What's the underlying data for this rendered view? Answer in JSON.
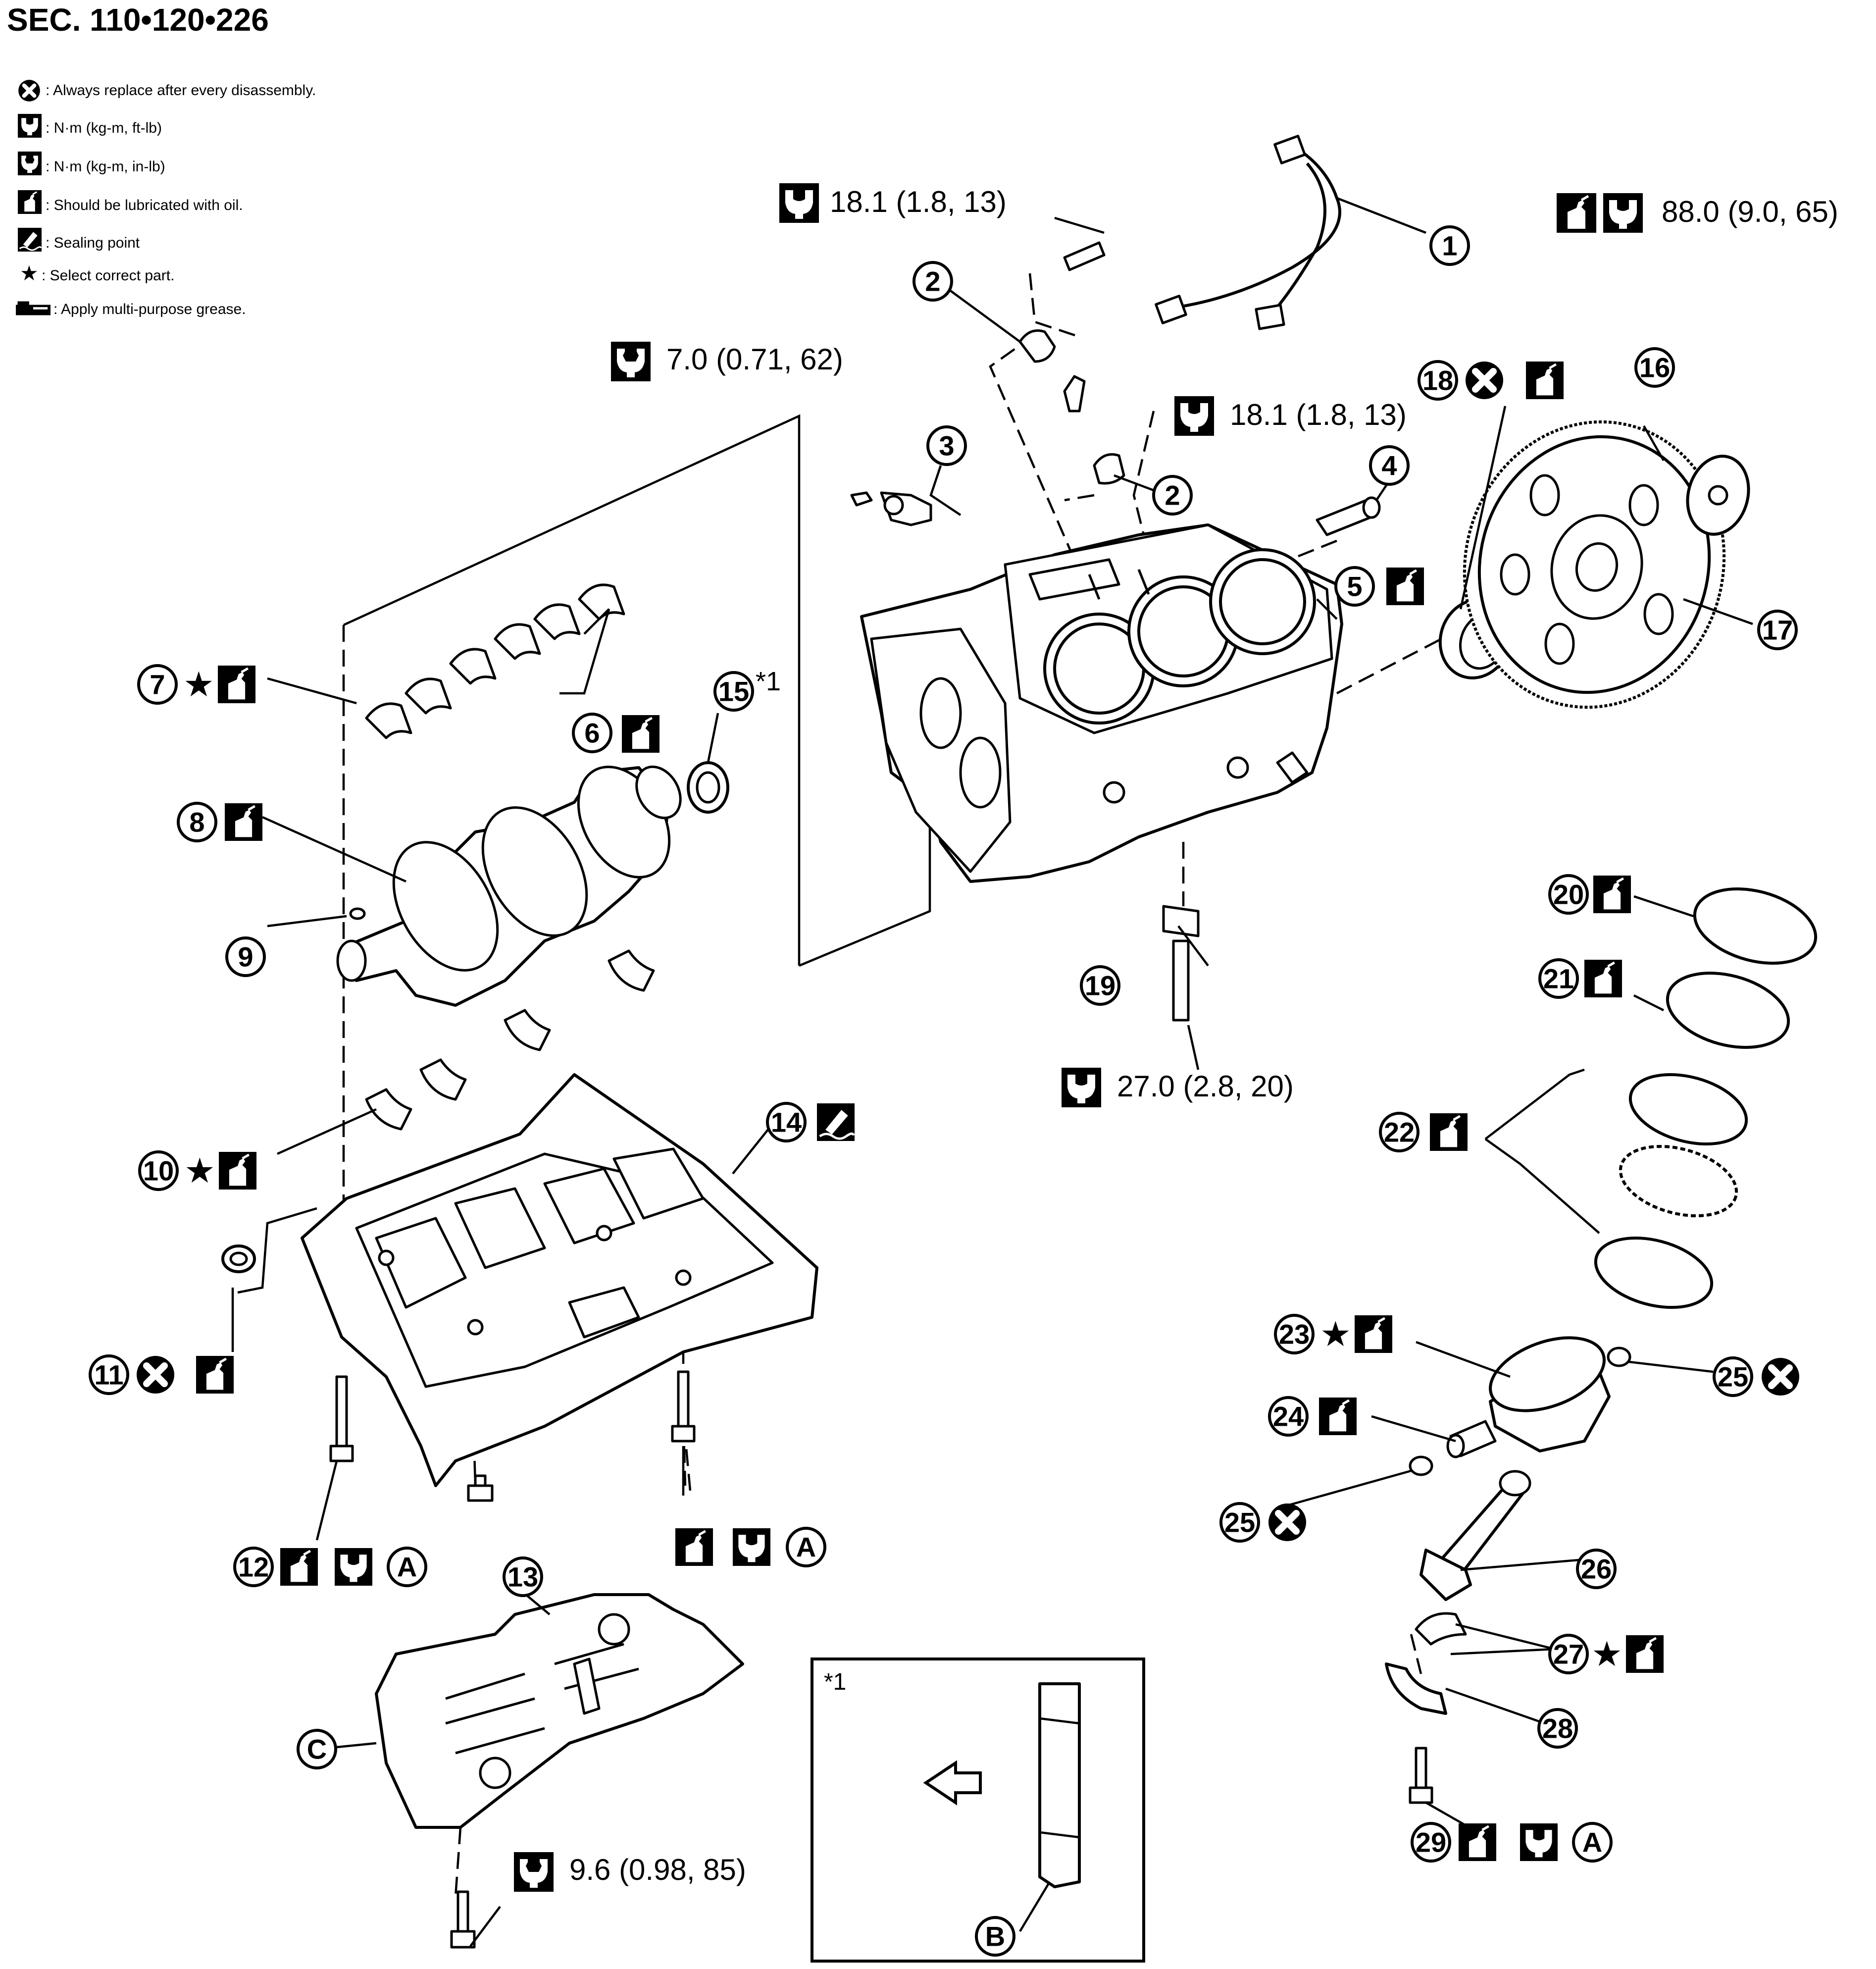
{
  "section_title": "SEC. 110•120•226",
  "legend": [
    {
      "icon": "replace-x-icon",
      "text": ": Always replace after every disassembly."
    },
    {
      "icon": "torque-wrench-icon",
      "text": ": N·m (kg-m, ft-lb)"
    },
    {
      "icon": "torque-wrench-small-icon",
      "text": ": N·m (kg-m, in-lb)"
    },
    {
      "icon": "oil-can-icon",
      "text": ": Should be lubricated with oil."
    },
    {
      "icon": "sealant-icon",
      "text": ": Sealing point"
    },
    {
      "icon": "star-icon",
      "text": ": Select correct part."
    },
    {
      "icon": "grease-gun-icon",
      "text": ": Apply multi-purpose grease."
    }
  ],
  "torques": {
    "t1": "18.1 (1.8, 13)",
    "t2": "7.0 (0.71, 62)",
    "t3": "18.1 (1.8, 13)",
    "t4": "88.0 (9.0, 65)",
    "t5": "27.0 (2.8, 20)",
    "t6": "9.6 (0.98, 85)"
  },
  "callouts": {
    "p1": "1",
    "p2": "2",
    "p3": "3",
    "p4": "4",
    "p5": "5",
    "p6": "6",
    "p7": "7",
    "p8": "8",
    "p9": "9",
    "p10": "10",
    "p11": "11",
    "p12": "12",
    "p13": "13",
    "p14": "14",
    "p15": "15",
    "p16": "16",
    "p17": "17",
    "p18": "18",
    "p19": "19",
    "p20": "20",
    "p21": "21",
    "p22": "22",
    "p23": "23",
    "p24": "24",
    "p25": "25",
    "p26": "26",
    "p27": "27",
    "p28": "28",
    "p29": "29"
  },
  "letters": {
    "A": "A",
    "B": "B",
    "C": "C"
  },
  "marks": {
    "star": "★",
    "note": "*1"
  }
}
